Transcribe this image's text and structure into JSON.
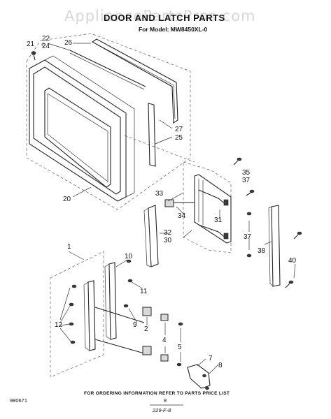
{
  "watermark": "AppliancePartsPros.com",
  "title": "DOOR AND LATCH PARTS",
  "subtitle": "For Model: MW8450XL-0",
  "callouts": {
    "c1": "1",
    "c2": "2",
    "c4": "4",
    "c5": "5",
    "c7": "7",
    "c8": "8",
    "c9": "9",
    "c10": "10",
    "c11": "11",
    "c12": "12",
    "c20": "20",
    "c21": "21",
    "c22": "22",
    "c24": "24",
    "c25": "25",
    "c26": "26",
    "c27": "27",
    "c30": "30",
    "c31": "31",
    "c32": "32",
    "c33": "33",
    "c34": "34",
    "c35": "35",
    "c37a": "37",
    "c37b": "37",
    "c38": "38",
    "c40": "40"
  },
  "footer": {
    "doc_number": "980671",
    "ordering_info": "FOR ORDERING INFORMATION REFER TO PARTS PRICE LIST",
    "page_number": "8",
    "page_code": "229-F-8"
  }
}
